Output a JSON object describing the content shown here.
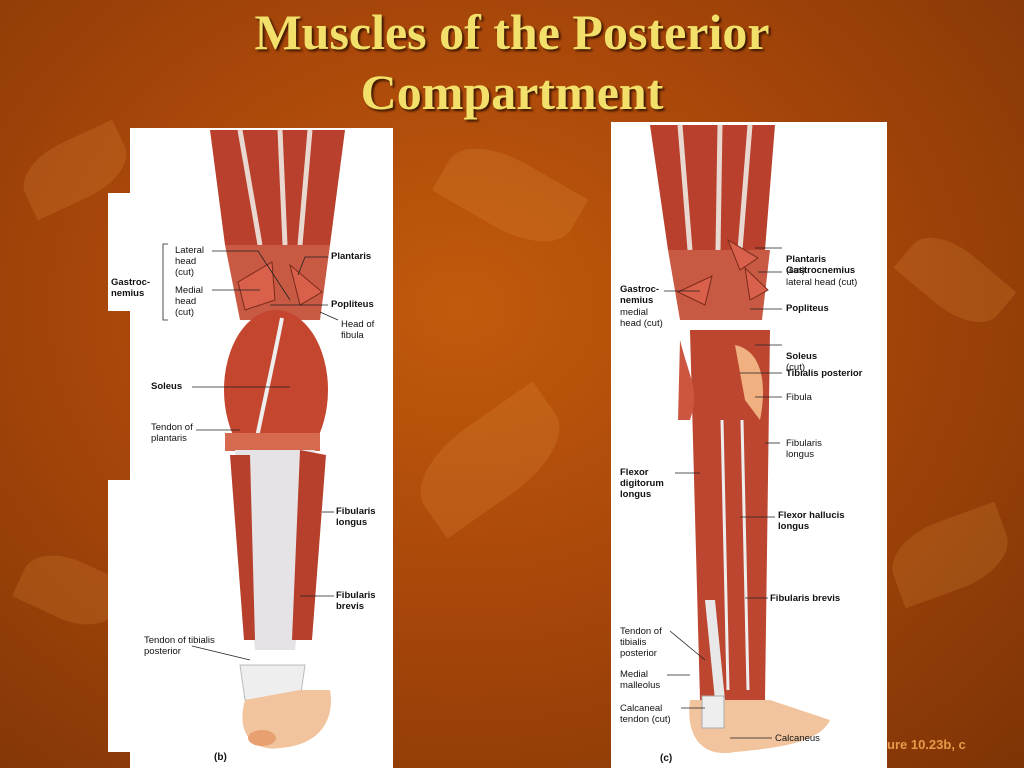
{
  "slide": {
    "title_line1": "Muscles of the Posterior",
    "title_line2": "Compartment",
    "figure_ref": "ure 10.23b, c"
  },
  "panel_b": {
    "letter": "(b)",
    "labels": {
      "gastrocnemius": "Gastroc-\nnemius",
      "lateral_head": "Lateral\nhead\n(cut)",
      "medial_head": "Medial\nhead\n(cut)",
      "plantaris": "Plantaris",
      "popliteus": "Popliteus",
      "head_of_fibula": "Head of\nfibula",
      "soleus": "Soleus",
      "tendon_of_plantaris": "Tendon of\nplantaris",
      "fibularis_longus": "Fibularis\nlongus",
      "fibularis_brevis": "Fibularis\nbrevis",
      "tendon_tibialis_posterior": "Tendon of tibialis\nposterior"
    }
  },
  "panel_c": {
    "letter": "(c)",
    "labels": {
      "plantaris": "Plantaris",
      "plantaris_note": "(cut)",
      "gastrocnemius_lateral": "Gastrocnemius",
      "gastrocnemius_lateral_note": "lateral head (cut)",
      "gastrocnemius_medial": "Gastroc-\nnemius",
      "gastrocnemius_medial_note": "medial\nhead (cut)",
      "popliteus": "Popliteus",
      "soleus": "Soleus",
      "soleus_note": "(cut)",
      "tibialis_posterior": "Tibialis posterior",
      "fibula": "Fibula",
      "fibularis_longus": "Fibularis\nlongus",
      "flexor_digitorum_longus": "Flexor\ndigitorum\nlongus",
      "flexor_hallucis_longus": "Flexor hallucis\nlongus",
      "fibularis_brevis": "Fibularis brevis",
      "tendon_tibialis_posterior": "Tendon of\ntibialis\nposterior",
      "medial_malleolus": "Medial\nmalleolus",
      "calcaneal_tendon": "Calcaneal\ntendon (cut)",
      "calcaneus": "Calcaneus"
    }
  }
}
